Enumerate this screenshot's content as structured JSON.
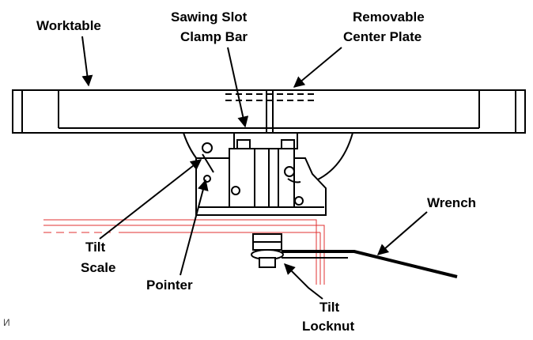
{
  "labels": {
    "worktable": "Worktable",
    "sawing_slot_line1": "Sawing Slot",
    "sawing_slot_line2": "Clamp Bar",
    "center_plate_line1": "Removable",
    "center_plate_line2": "Center Plate",
    "wrench": "Wrench",
    "tilt_scale_line1": "Tilt",
    "tilt_scale_line2": "Scale",
    "pointer": "Pointer",
    "tilt_locknut_line1": "Tilt",
    "tilt_locknut_line2": "Locknut",
    "figure_code": "И"
  },
  "colors": {
    "line": "#000000",
    "red_outline": "#e03030",
    "background": "#ffffff"
  }
}
